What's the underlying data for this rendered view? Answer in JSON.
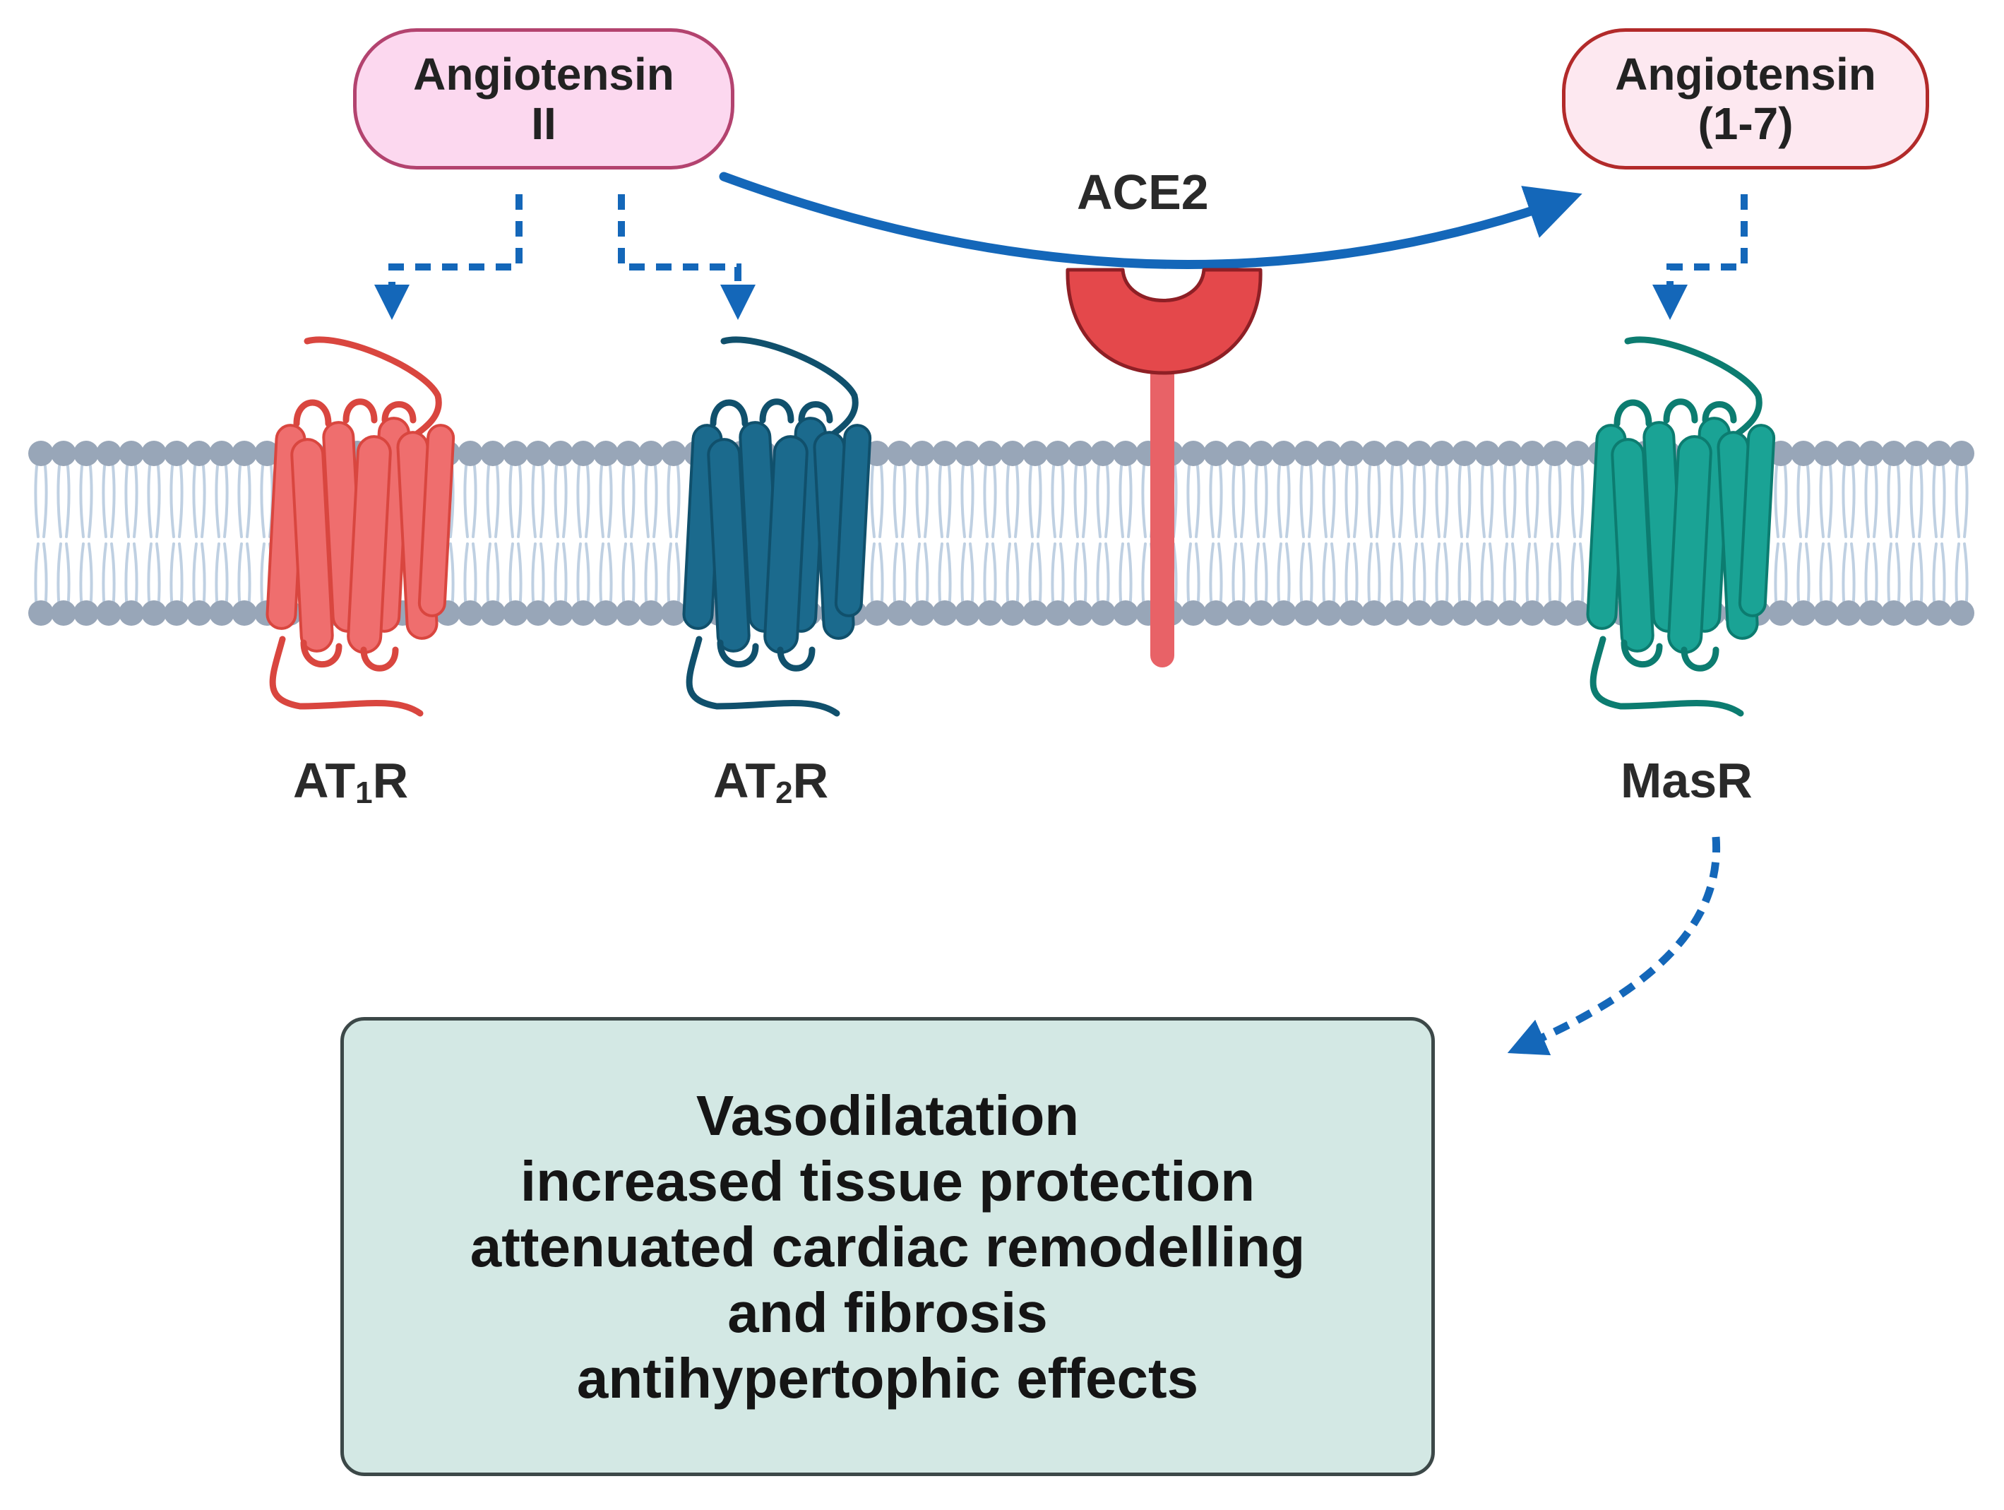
{
  "molecules": {
    "angiotensin_ii": {
      "line1": "Angiotensin",
      "line2": "II"
    },
    "angiotensin_1_7": {
      "line1": "Angiotensin",
      "line2": "(1-7)"
    }
  },
  "enzyme": {
    "label": "ACE2"
  },
  "receptors": {
    "at1r": {
      "prefix": "AT",
      "subscript": "1",
      "suffix": "R"
    },
    "at2r": {
      "prefix": "AT",
      "subscript": "2",
      "suffix": "R"
    },
    "masr": {
      "label": "MasR"
    }
  },
  "effects": [
    "Vasodilatation",
    "increased tissue protection",
    "attenuated cardiac remodelling",
    "and fibrosis",
    "antihypertophic effects"
  ],
  "colors": {
    "arrow": "#1467b9",
    "membrane_head": "#98a6b8",
    "lipid_tail": "#bfd0e2",
    "at1r": "#ef6e6e",
    "at1r_dark": "#d9463f",
    "at2r": "#1b6a8d",
    "at2r_dark": "#10506c",
    "masr": "#1aa395",
    "masr_dark": "#0c7c70",
    "ace2": "#e4484b",
    "ace2_stalk": "#e86267"
  }
}
